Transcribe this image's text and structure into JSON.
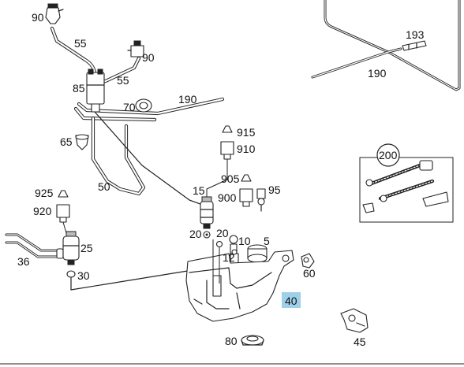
{
  "labels": {
    "p90a": "90",
    "p55a": "55",
    "p90b": "90",
    "p55b": "55",
    "p85": "85",
    "p70": "70",
    "p190a": "190",
    "p193": "193",
    "p190b": "190",
    "p65": "65",
    "p915": "915",
    "p910": "910",
    "p200": "200",
    "p50": "50",
    "p905": "905",
    "p95": "95",
    "p15": "15",
    "p900": "900",
    "p925": "925",
    "p920": "920",
    "p20a": "20",
    "p20b": "20",
    "p10": "10",
    "p5": "5",
    "p25": "25",
    "p36": "36",
    "p12": "12",
    "p60": "60",
    "p30": "30",
    "p40": "40",
    "p80": "80",
    "p45": "45"
  },
  "highlight": {
    "part": "40",
    "color": "#9ed0ea"
  }
}
